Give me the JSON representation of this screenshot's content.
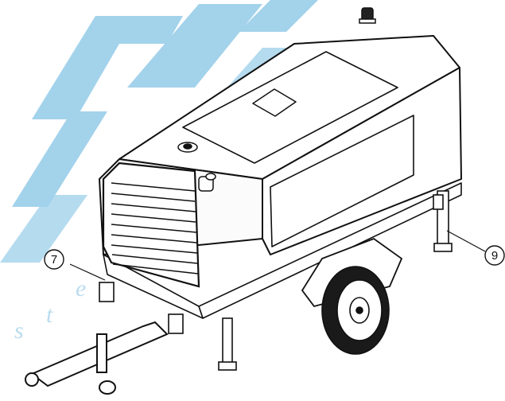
{
  "diagram": {
    "callouts": [
      {
        "id": "callout-7",
        "label": "7"
      },
      {
        "id": "callout-9",
        "label": "9"
      }
    ],
    "watermark": {
      "text": "STERLING",
      "visible_letters": [
        "s",
        "t",
        "e"
      ],
      "color": "#58aedb"
    },
    "colors": {
      "line": "#111111",
      "body": "#ffffff",
      "tire": "#1a1a1a",
      "watermark": "#58aedb"
    }
  }
}
